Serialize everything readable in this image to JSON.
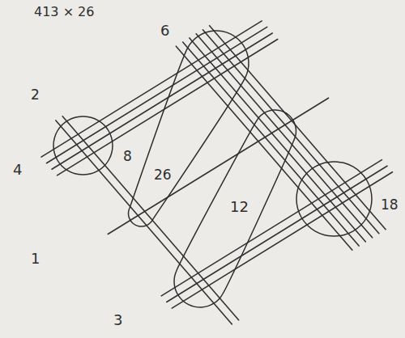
{
  "diagram": {
    "title": "413 × 26",
    "labels": [
      "2",
      "6",
      "4",
      "8",
      "26",
      "1",
      "12",
      "18",
      "3"
    ]
  }
}
